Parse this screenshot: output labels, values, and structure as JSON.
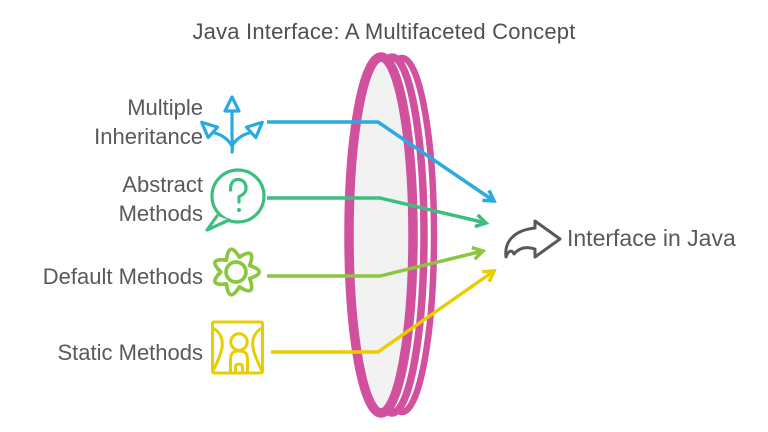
{
  "title": "Java Interface: A Multifaceted Concept",
  "background": "#ffffff",
  "text_color": "#58595b",
  "facets": [
    {
      "label": "Multiple\nInheritance",
      "icon": "branch-arrows-icon",
      "color": "#29abe2"
    },
    {
      "label": "Abstract\nMethods",
      "icon": "question-bubble-icon",
      "color": "#3cbe7f"
    },
    {
      "label": "Default Methods",
      "icon": "gear-icon",
      "color": "#8cc63f"
    },
    {
      "label": "Static Methods",
      "icon": "stage-person-icon",
      "color": "#e9cd00"
    }
  ],
  "lens": {
    "stroke": "#d2519f",
    "fill": "#f2f2f2"
  },
  "result": {
    "label": "Interface in Java",
    "icon": "curved-arrow-icon",
    "color": "#58595b"
  }
}
